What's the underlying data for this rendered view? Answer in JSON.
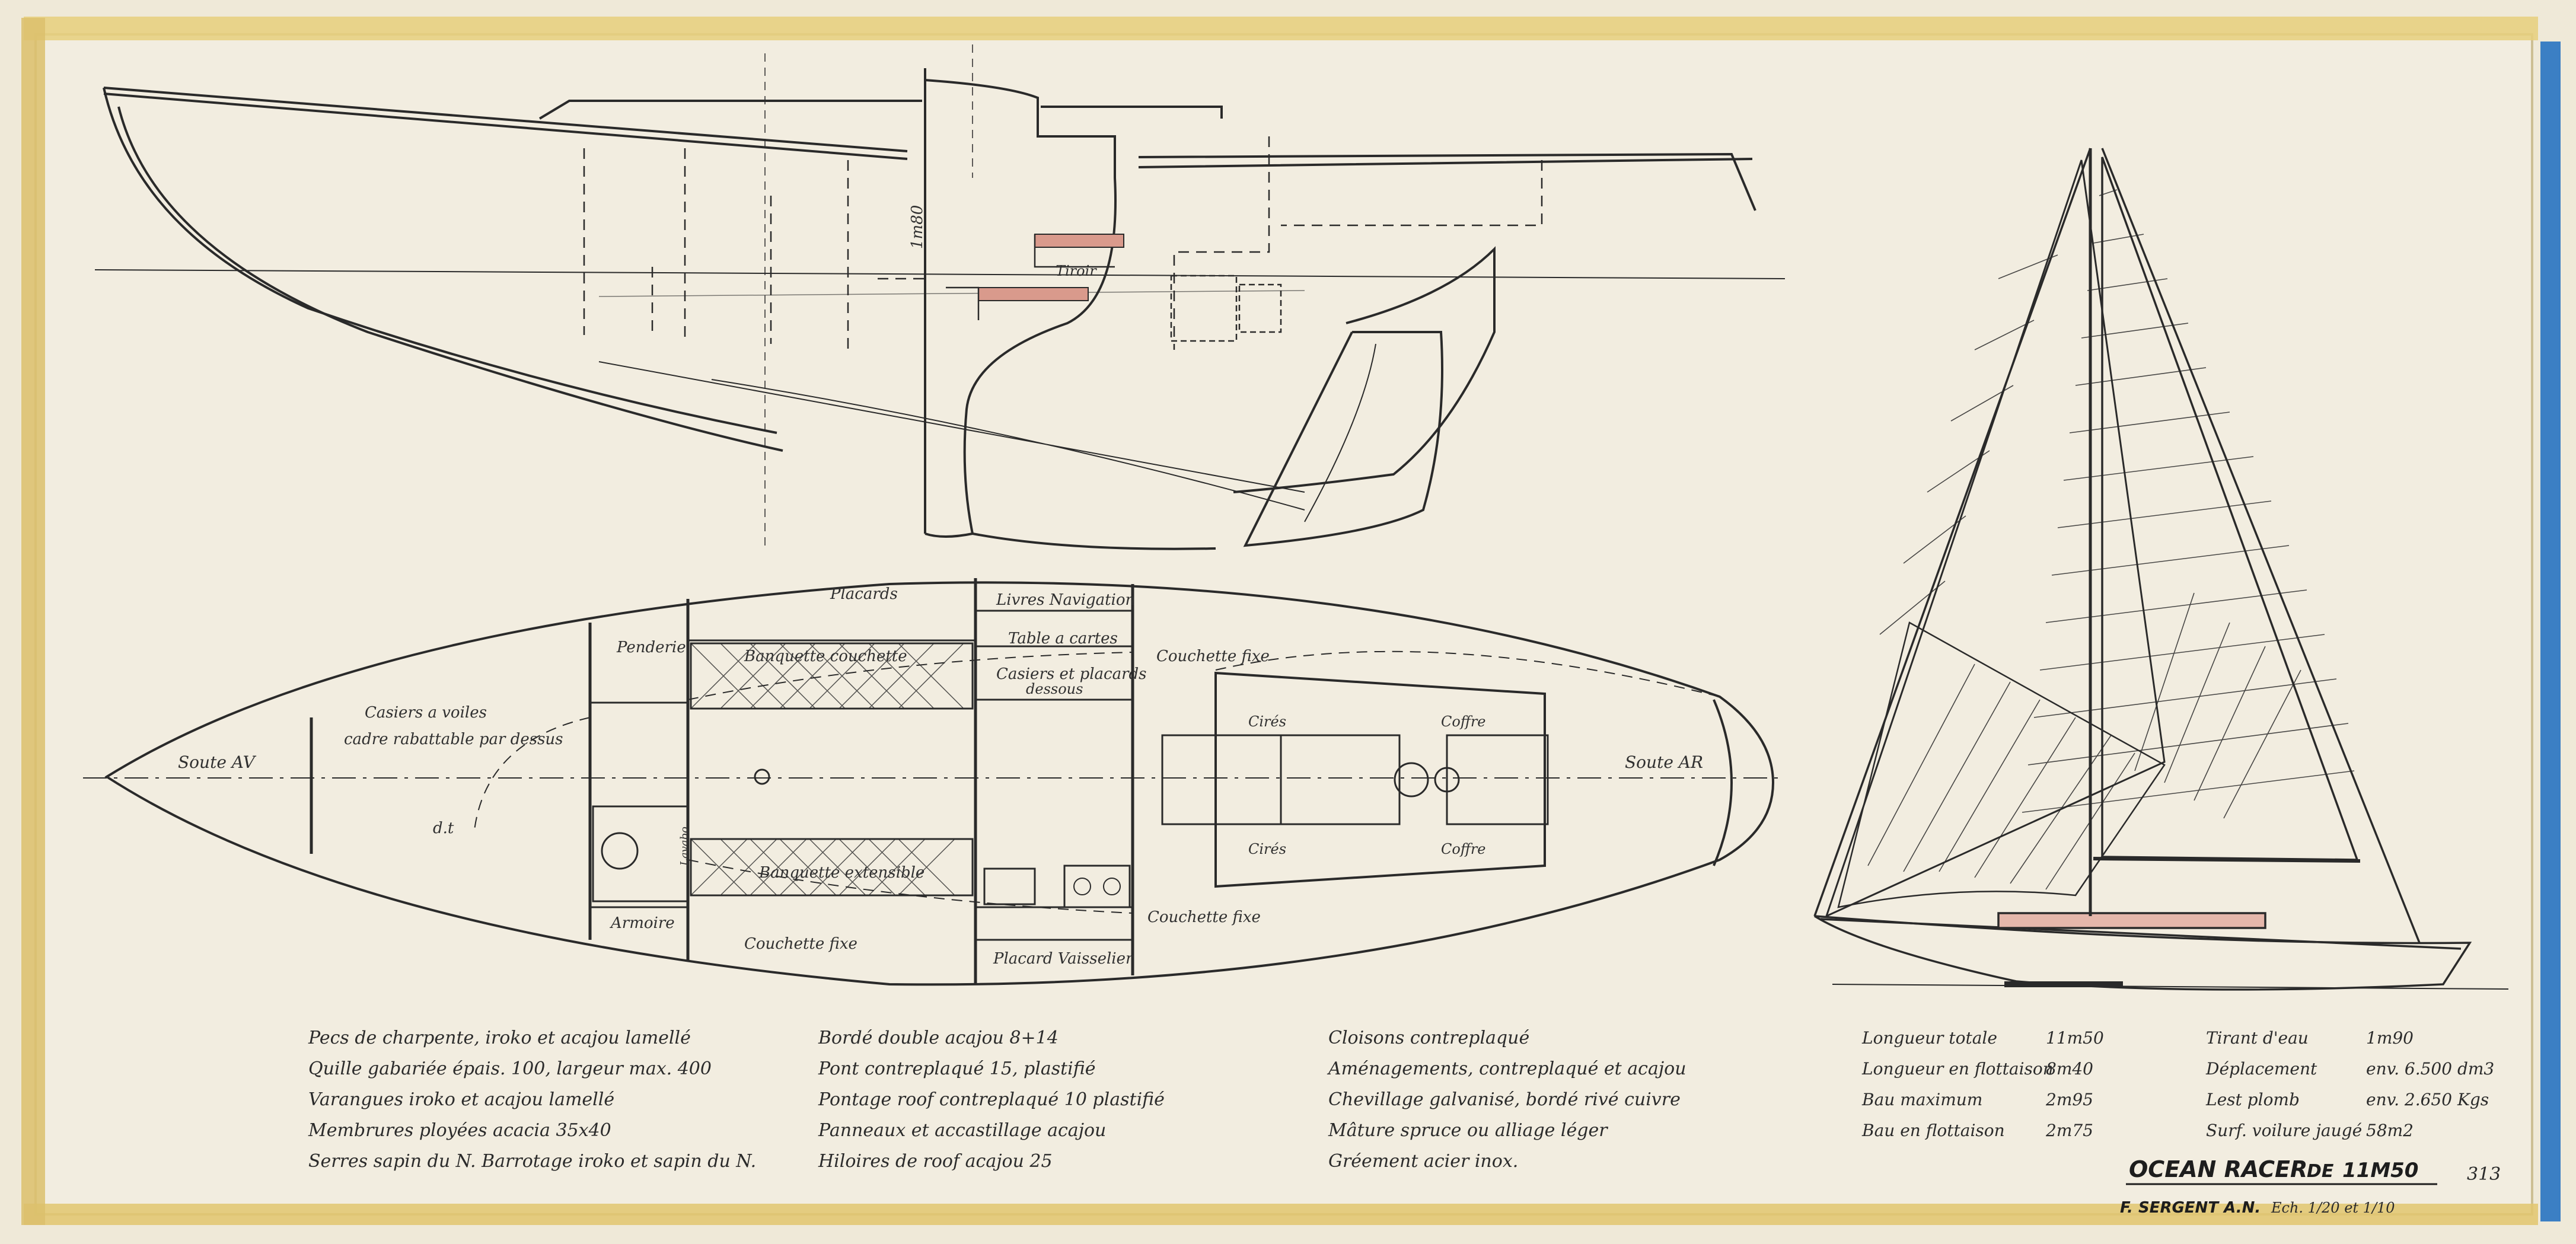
{
  "colors": {
    "paper": "#efe9d8",
    "ink": "#2a2a2a",
    "tape": "#d9bf6a",
    "blue_edge": "#3b7fc4",
    "hatch_fill": "#d99a8c"
  },
  "profile_labels": {
    "depth": "1m80",
    "drawer": "Tiroir"
  },
  "plan_labels": {
    "placards": "Placards",
    "livres_navigation": "Livres  Navigation",
    "table_cartes": "Table a cartes",
    "penderie": "Penderie",
    "banquette_couchette": "Banquette couchette",
    "couchette_fixe_top": "Couchette fixe",
    "casiers_placards": "Casiers et placards",
    "dessous": "dessous",
    "casiers_voiles": "Casiers a voiles",
    "cadre_rabattable": "cadre rabattable par dessus",
    "soute_av": "Soute AV",
    "dt": "d.t",
    "cires_top": "Cirés",
    "coffre_top": "Coffre",
    "soute_ar": "Soute AR",
    "cires_bottom": "Cirés",
    "coffre_bottom": "Coffre",
    "armoire": "Armoire",
    "banquette_extensible": "Banquette extensible",
    "couchette_fixe_mid": "Couchette fixe",
    "couchette_fixe_bottom": "Couchette fixe",
    "placard_vaisselier": "Placard Vaisselier",
    "lavabo": "Lavabo"
  },
  "notes": {
    "col1": [
      "Pecs de charpente, iroko et acajou lamellé",
      "Quille gabariée épais. 100, largeur max. 400",
      "Varangues iroko et acajou lamellé",
      "Membrures ployées acacia 35x40",
      "Serres sapin du N. Barrotage iroko et sapin du N."
    ],
    "col2": [
      "Bordé double acajou 8+14",
      "Pont contreplaqué 15, plastifié",
      "Pontage roof contreplaqué 10 plastifié",
      "Panneaux et accastillage acajou",
      "Hiloires de roof acajou 25"
    ],
    "col3": [
      "Cloisons contreplaqué",
      "Aménagements, contreplaqué et acajou",
      "Chevillage galvanisé, bordé rivé cuivre",
      "Mâture spruce ou alliage léger",
      "Gréement acier inox."
    ]
  },
  "specs": [
    {
      "label": "Longueur totale",
      "value": "11m50"
    },
    {
      "label": "Longueur en flottaison",
      "value": "8m40"
    },
    {
      "label": "Bau maximum",
      "value": "2m95"
    },
    {
      "label": "Bau en flottaison",
      "value": "2m75"
    },
    {
      "label": "Tirant d'eau",
      "value": "1m90"
    },
    {
      "label": "Déplacement",
      "value": "env. 6.500 dm3"
    },
    {
      "label": "Lest plomb",
      "value": "env. 2.650 Kgs"
    },
    {
      "label": "Surf. voilure jaugé",
      "value": "58m2"
    }
  ],
  "title_block": {
    "title": "OCEAN RACER",
    "de": "DE",
    "size": "11M50",
    "architect": "F. SERGENT A.N.",
    "scale": "Ech. 1/20 et 1/10",
    "sheet_number": "313"
  }
}
